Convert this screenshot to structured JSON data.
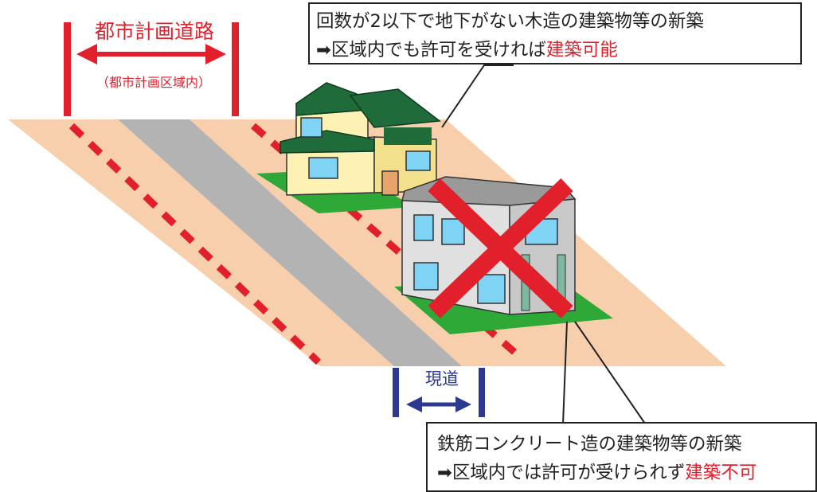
{
  "planned_road": {
    "title": "都市計画道路",
    "subtitle": "（都市計画区域内）"
  },
  "current_road": {
    "label": "現道"
  },
  "callout_allowed": {
    "line1": "回数が2以下で地下がない木造の建築物等の新築",
    "line2_prefix": "➡区域内でも許可を受ければ",
    "line2_result": "建築可能"
  },
  "callout_denied": {
    "line1": "鉄筋コンクリート造の建築物等の新築",
    "line2_prefix": "➡区域内では許可が受けられず",
    "line2_result": "建築不可"
  },
  "colors": {
    "ground": "#f8cfad",
    "road": "#b3b3b3",
    "boundary": "#e2202c",
    "current_road": "#2b3990",
    "grass": "#2ea836",
    "roof": "#1f6b3a",
    "wall": "#fdf2b3",
    "concrete": "#c8c8c8",
    "cross": "#e2202c"
  },
  "icons": [
    "double-arrow-icon",
    "wooden-house-icon",
    "concrete-building-icon",
    "prohibited-cross-icon"
  ]
}
